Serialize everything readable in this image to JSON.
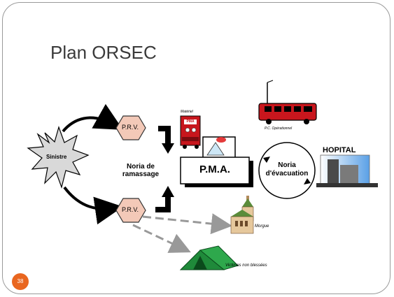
{
  "slide": {
    "title": "Plan ORSEC",
    "page_number": "38"
  },
  "diagram": {
    "sinistre": "Sinistre",
    "prv_top": "P.R.V.",
    "prv_bottom": "P.R.V.",
    "noria_ramassage": [
      "Noria de",
      "ramassage"
    ],
    "pma": "P.M.A.",
    "pma_truck_sign": "PMA",
    "materiel": "Matériel",
    "pc_operationnel": "P.C. Opérationnel",
    "noria_evacuation": [
      "Noria",
      "d'évacuation"
    ],
    "hopital": "HOPITAL",
    "morgue": "Morgue",
    "victimes": "Victimes non blessées"
  },
  "colors": {
    "accent_orange": "#e9661f",
    "prv_fill": "#f3c9b8",
    "truck_red": "#c8161d"
  }
}
